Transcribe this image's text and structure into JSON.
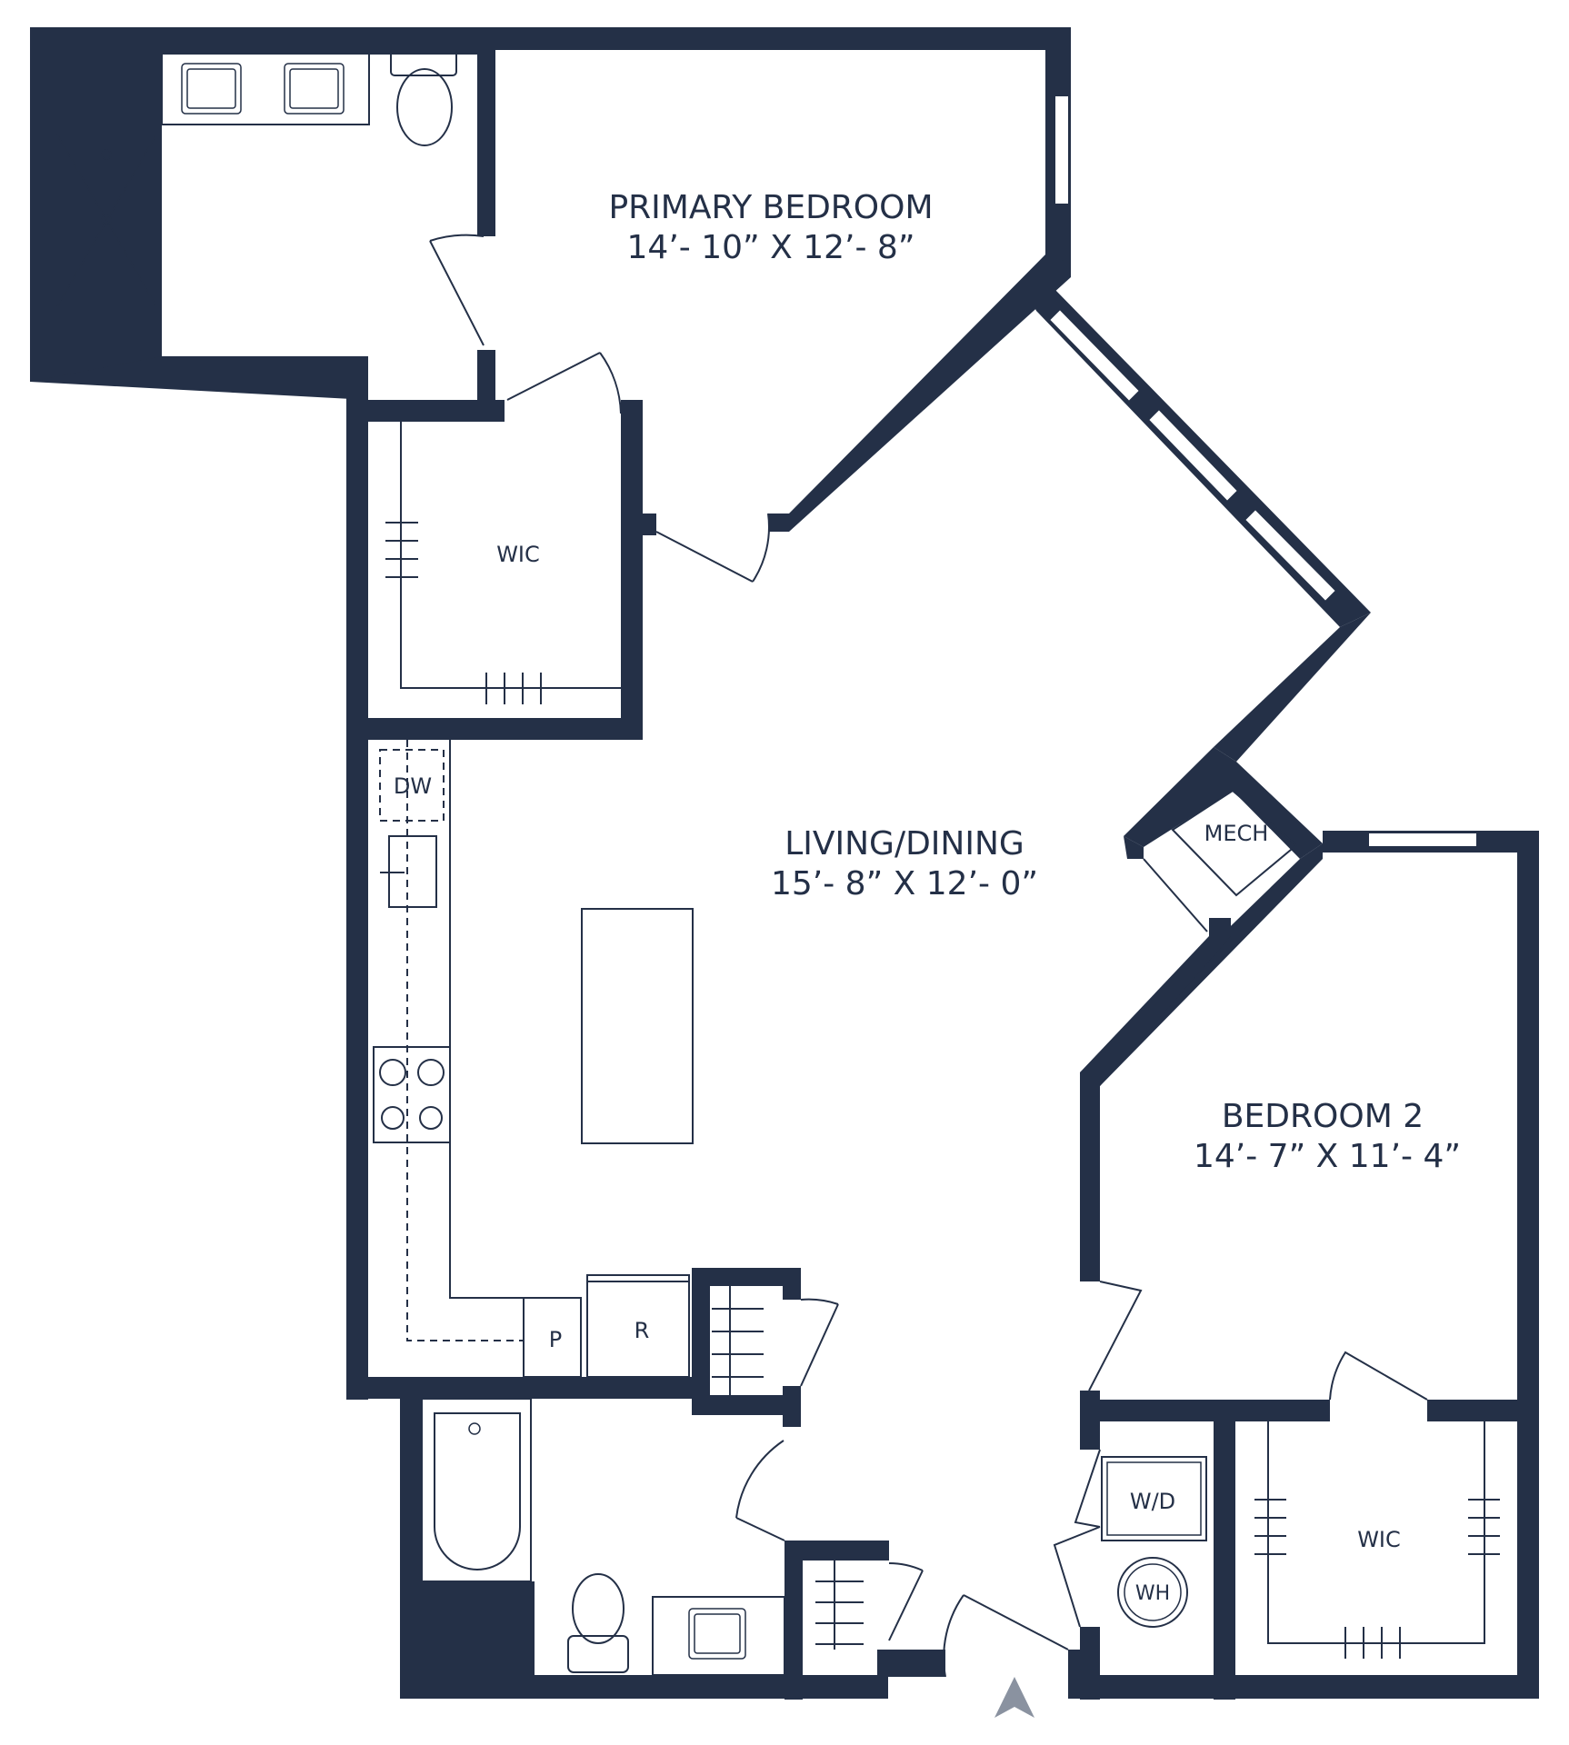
{
  "colors": {
    "wall": "#243047",
    "background": "#ffffff"
  },
  "rooms": {
    "primary_bedroom": {
      "name": "PRIMARY BEDROOM",
      "dims": "14’- 10” X 12’- 8”"
    },
    "living_dining": {
      "name": "LIVING/DINING",
      "dims": "15’- 8” X 12’- 0”"
    },
    "bedroom_2": {
      "name": "BEDROOM 2",
      "dims": "14’- 7” X 11’- 4”"
    },
    "wic_primary": {
      "name": "WIC"
    },
    "wic_bedroom2": {
      "name": "WIC"
    },
    "mech": {
      "name": "MECH"
    }
  },
  "fixtures": {
    "dishwasher": "DW",
    "pantry": "P",
    "refrigerator": "R",
    "washer_dryer": "W/D",
    "water_heater": "WH"
  },
  "icons": {
    "north": "north-arrow-icon"
  }
}
